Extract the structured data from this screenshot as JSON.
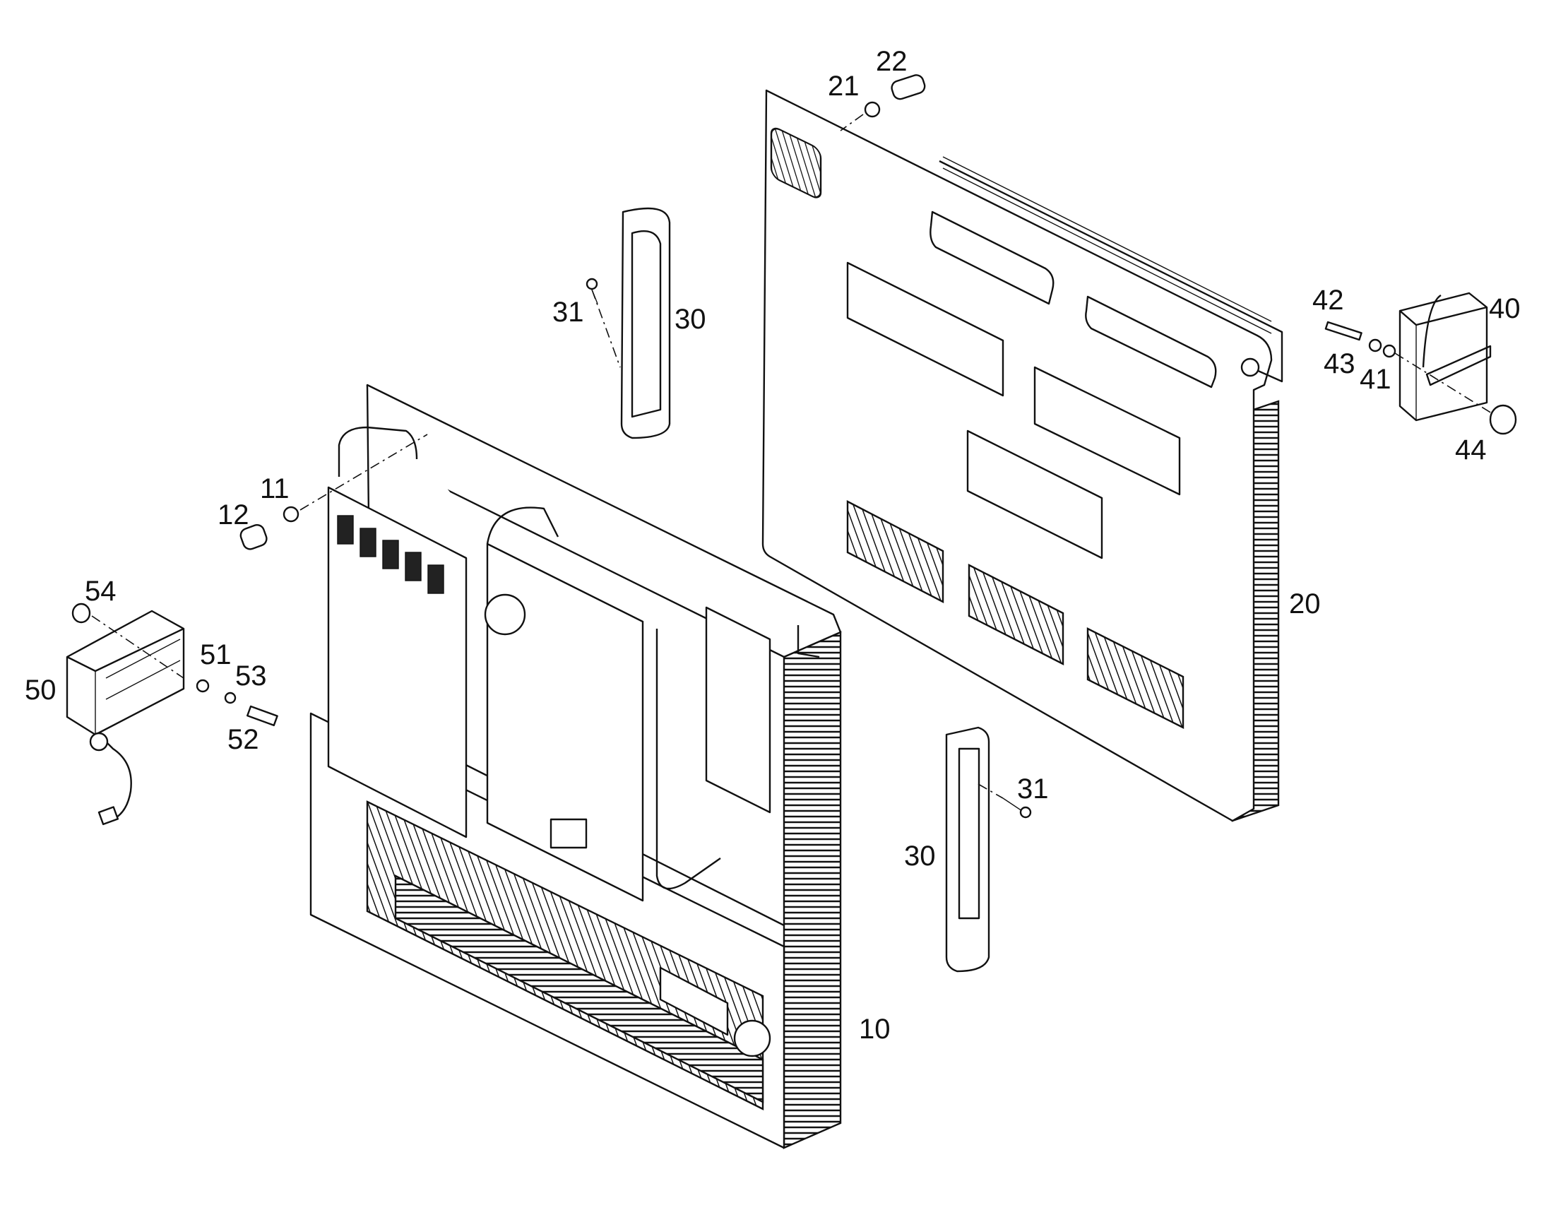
{
  "callouts": [
    {
      "id": "c10",
      "text": "10",
      "part": "cabinet-frame"
    },
    {
      "id": "c11",
      "text": "11",
      "part": "washer"
    },
    {
      "id": "c12",
      "text": "12",
      "part": "screw"
    },
    {
      "id": "c20",
      "text": "20",
      "part": "back-panel"
    },
    {
      "id": "c21",
      "text": "21",
      "part": "washer"
    },
    {
      "id": "c22",
      "text": "22",
      "part": "screw"
    },
    {
      "id": "c30a",
      "text": "30",
      "part": "handle"
    },
    {
      "id": "c31a",
      "text": "31",
      "part": "handle-screw"
    },
    {
      "id": "c30b",
      "text": "30",
      "part": "handle"
    },
    {
      "id": "c31b",
      "text": "31",
      "part": "handle-screw"
    },
    {
      "id": "c40",
      "text": "40",
      "part": "sensor-box"
    },
    {
      "id": "c41",
      "text": "41",
      "part": "washer"
    },
    {
      "id": "c42",
      "text": "42",
      "part": "screw"
    },
    {
      "id": "c43",
      "text": "43",
      "part": "washer"
    },
    {
      "id": "c44",
      "text": "44",
      "part": "nut"
    },
    {
      "id": "c50",
      "text": "50",
      "part": "filter-module"
    },
    {
      "id": "c51",
      "text": "51",
      "part": "washer"
    },
    {
      "id": "c52",
      "text": "52",
      "part": "screw"
    },
    {
      "id": "c53",
      "text": "53",
      "part": "washer"
    },
    {
      "id": "c54",
      "text": "54",
      "part": "nut"
    }
  ]
}
